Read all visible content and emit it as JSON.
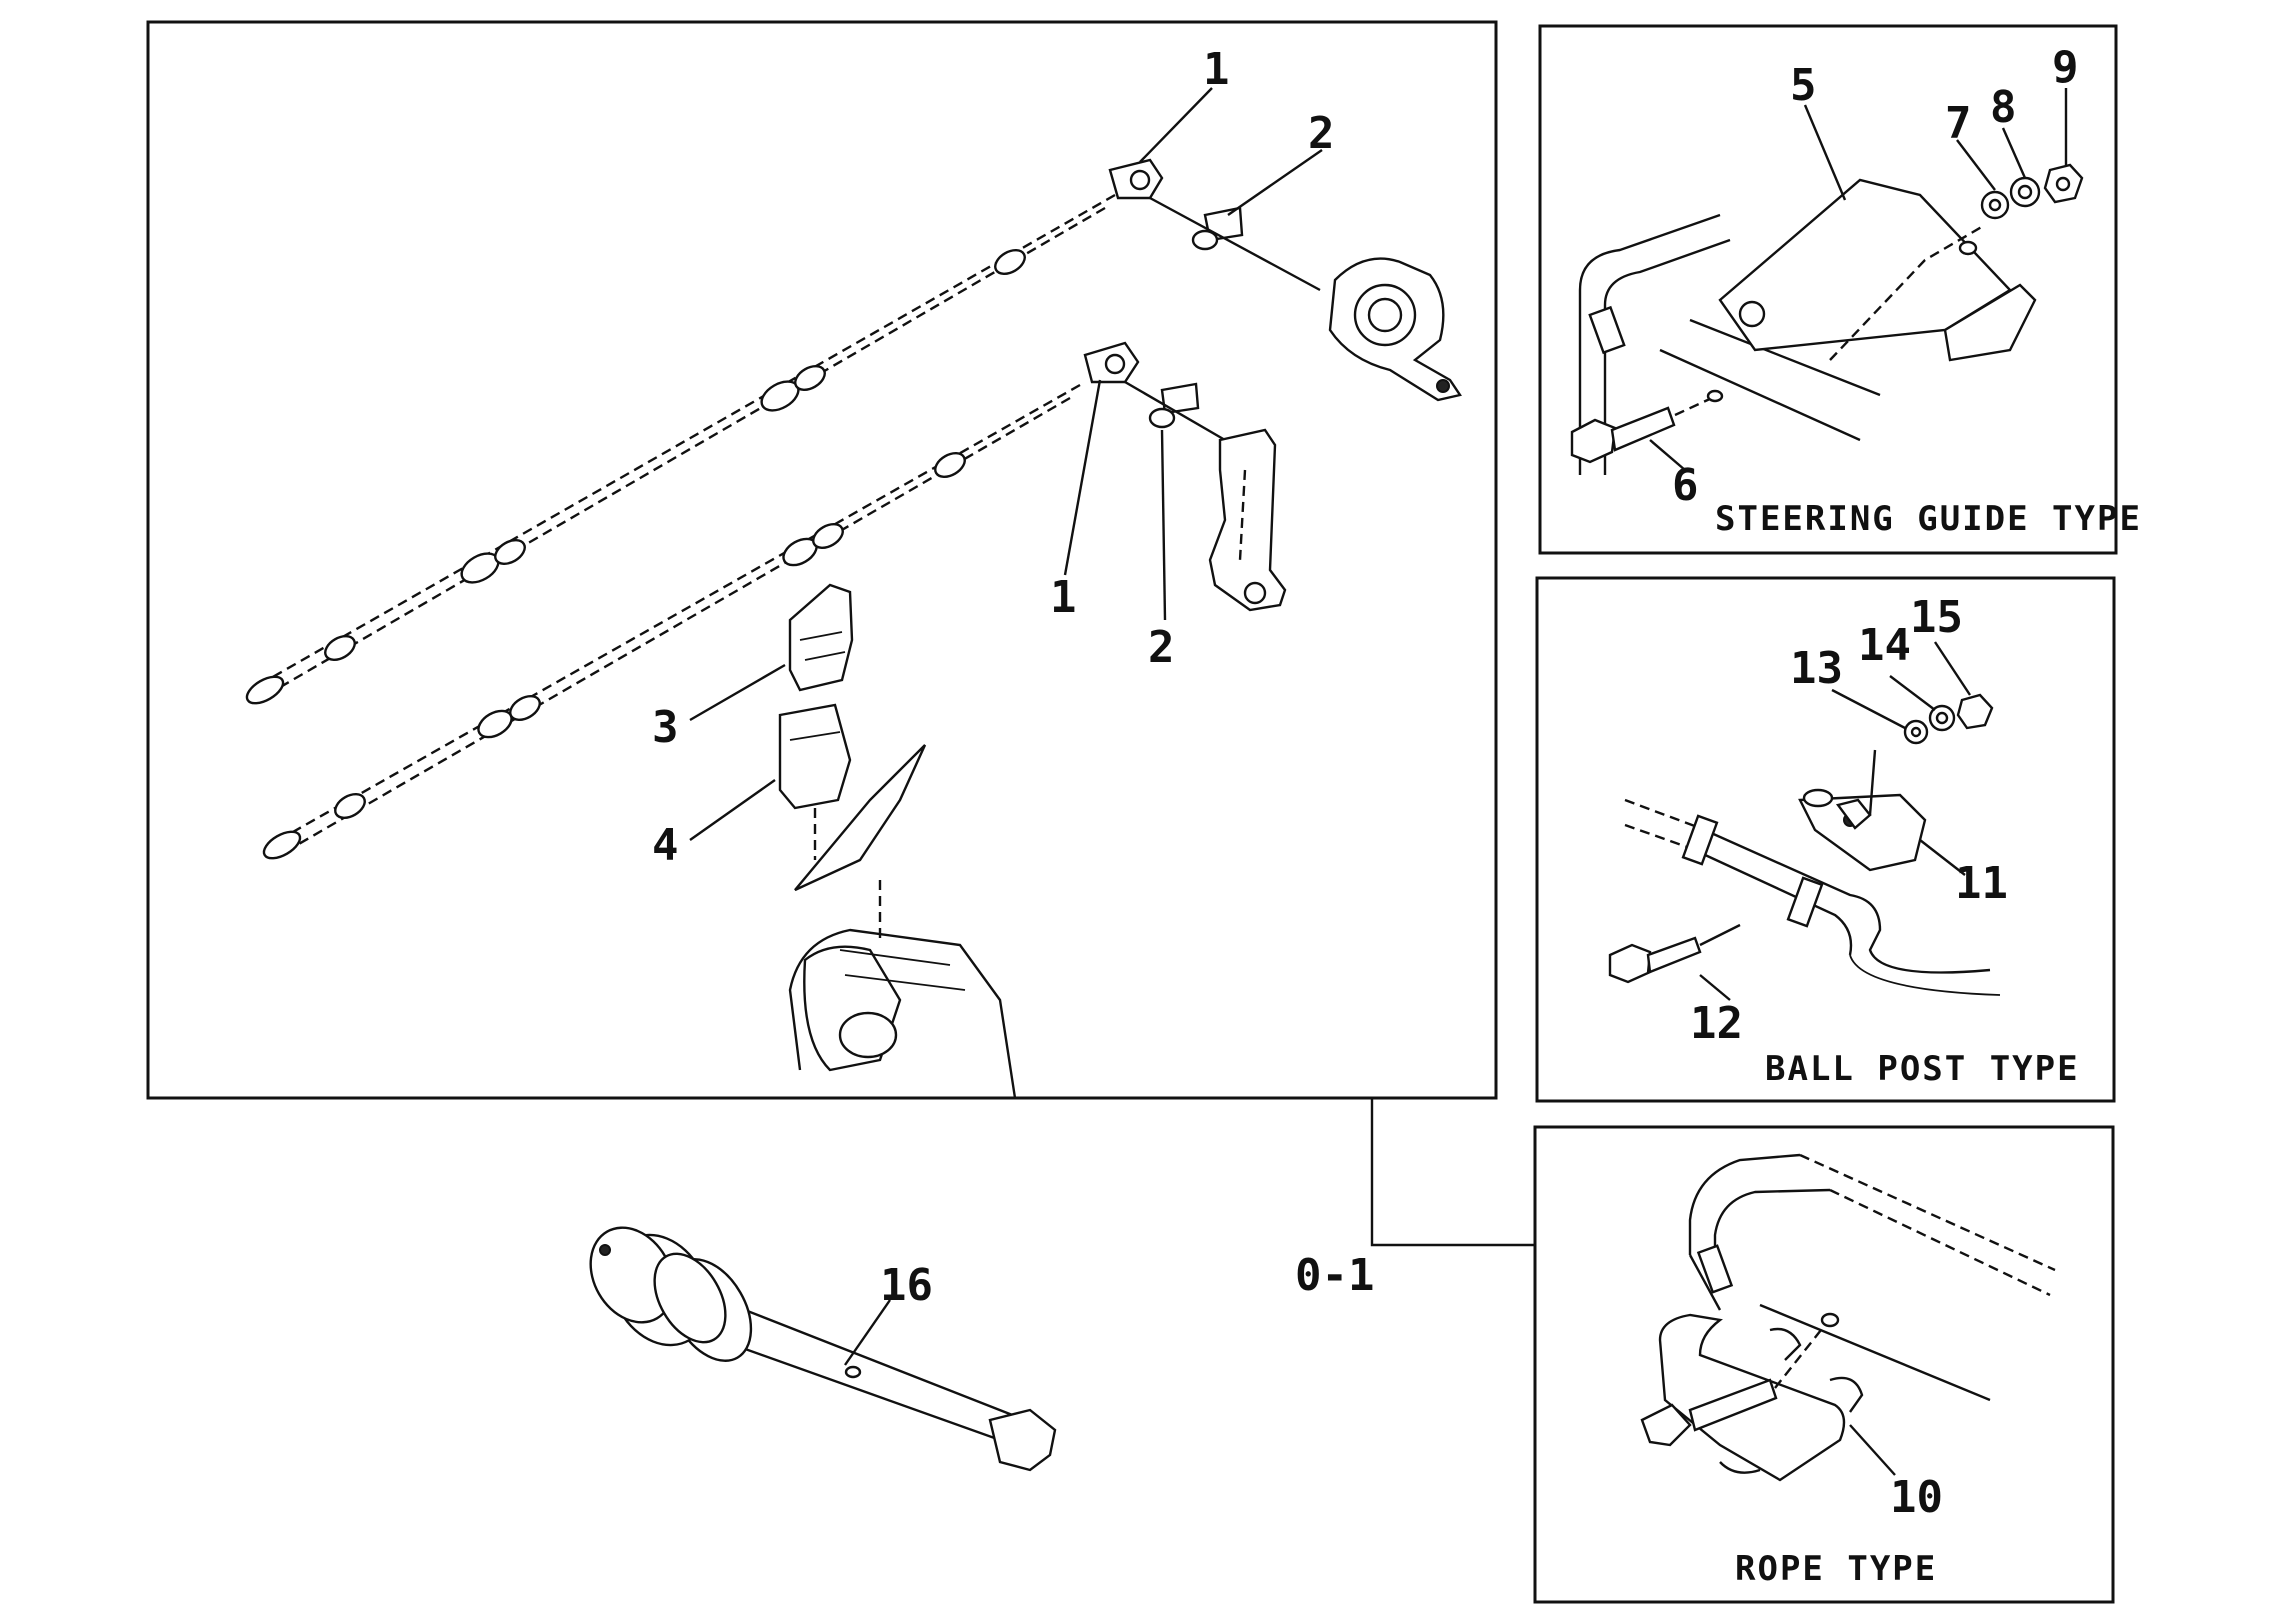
{
  "callouts": {
    "c1a": "1",
    "c2a": "2",
    "c1b": "1",
    "c2b": "2",
    "c3": "3",
    "c4": "4",
    "c5": "5",
    "c6": "6",
    "c7": "7",
    "c8": "8",
    "c9": "9",
    "c10": "10",
    "c11": "11",
    "c12": "12",
    "c13": "13",
    "c14": "14",
    "c15": "15",
    "c16": "16"
  },
  "captions": {
    "steering_guide": "STEERING GUIDE TYPE",
    "ball_post": "BALL POST TYPE",
    "rope": "ROPE TYPE"
  },
  "group_label": "0-1"
}
